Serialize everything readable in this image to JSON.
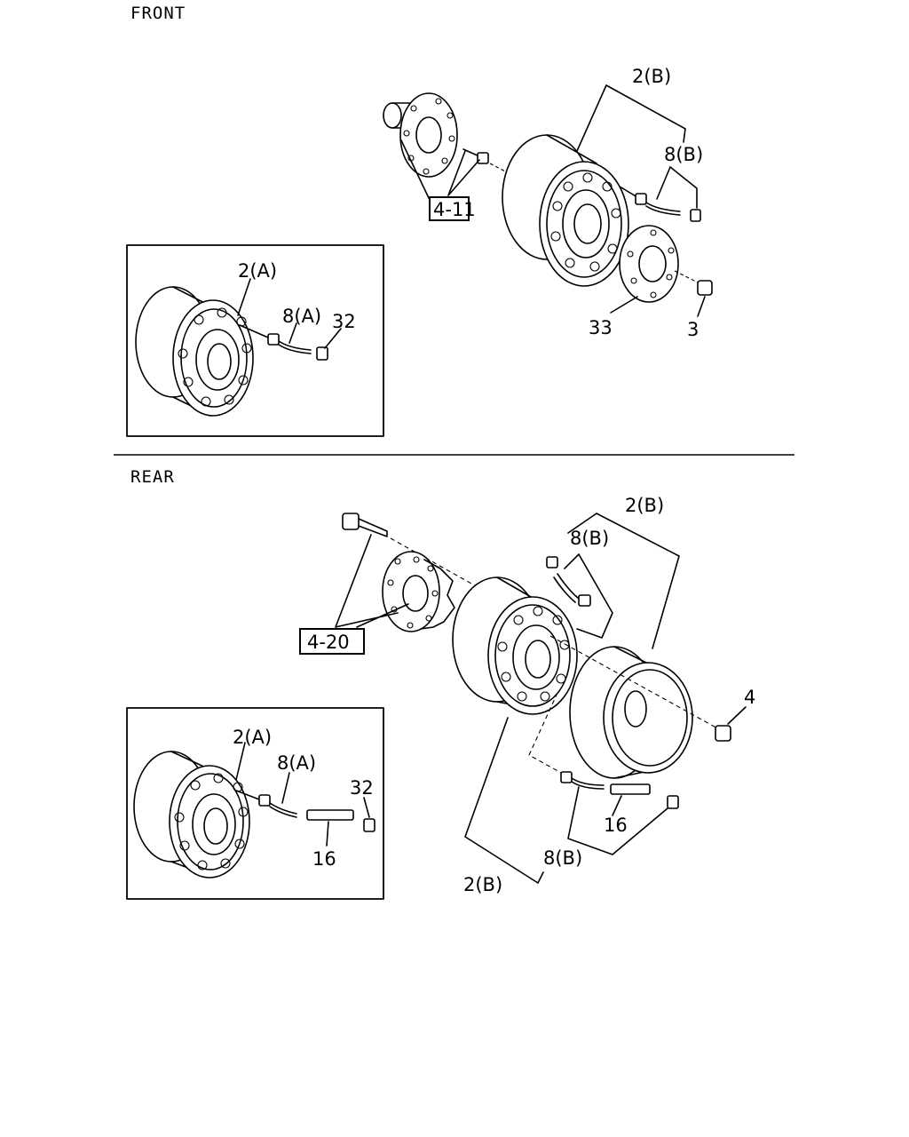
{
  "sections": {
    "front": "FRONT",
    "rear": "REAR"
  },
  "front": {
    "ref_box": "4-11",
    "labels": {
      "wheel_b": "2(B)",
      "valve_ext_b": "8(B)",
      "plate": "33",
      "nut": "3"
    },
    "inset": {
      "wheel_a": "2(A)",
      "valve_ext_a": "8(A)",
      "cap": "32"
    }
  },
  "rear": {
    "ref_box": "4-20",
    "labels": {
      "wheel_b_top": "2(B)",
      "valve_ext_b_top": "8(B)",
      "nut": "4",
      "extension": "16",
      "valve_ext_b_bottom": "8(B)",
      "wheel_b_bottom": "2(B)"
    },
    "inset": {
      "wheel_a": "2(A)",
      "valve_ext_a": "8(A)",
      "cap": "32",
      "extension": "16"
    }
  }
}
